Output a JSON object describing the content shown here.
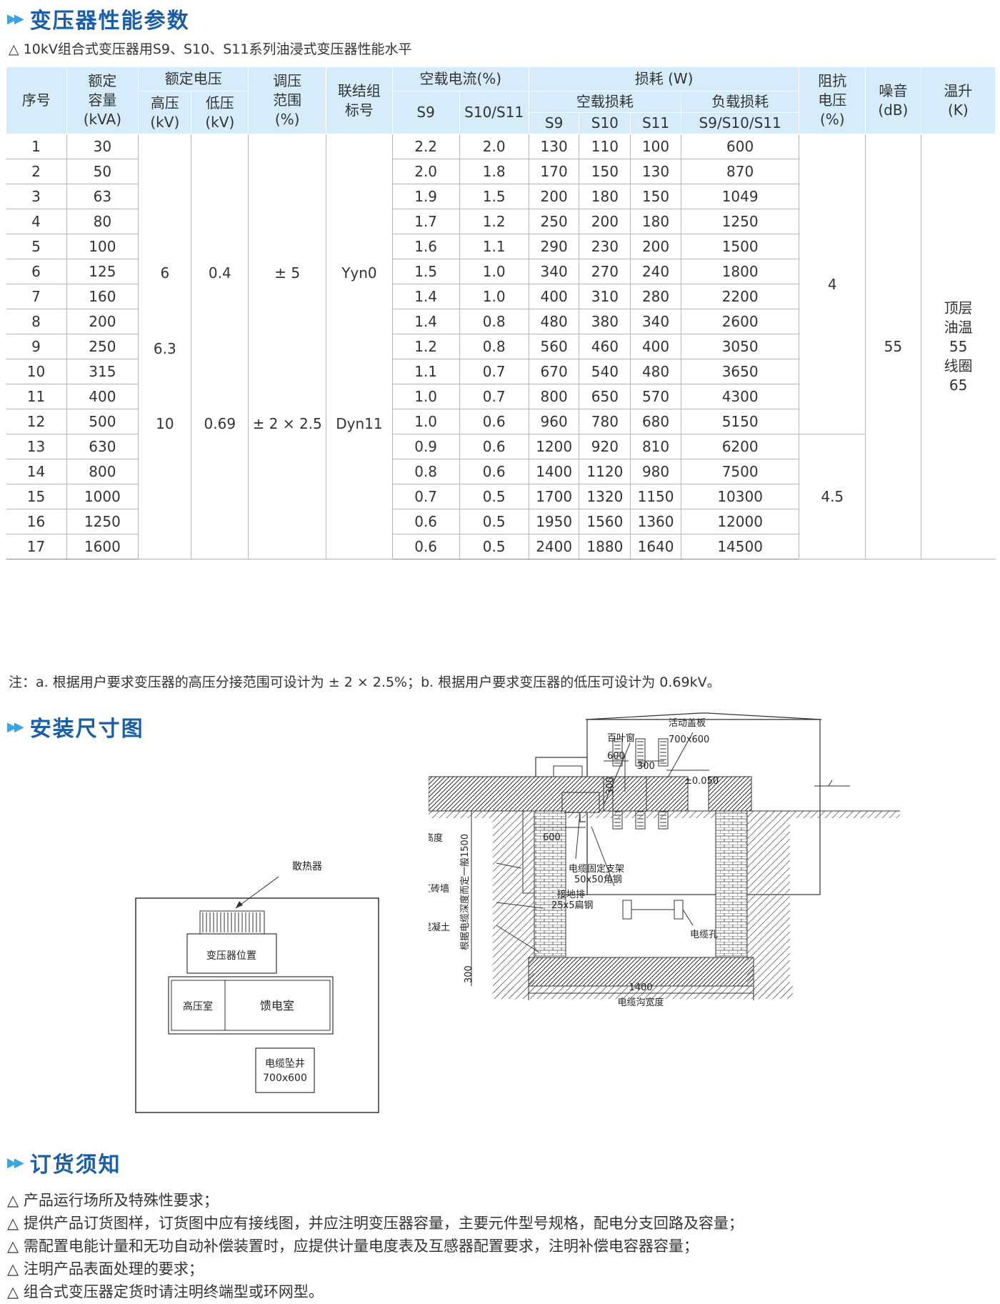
{
  "sections": {
    "perf_title": "变压器性能参数",
    "install_title": "安装尺寸图",
    "order_title": "订货须知"
  },
  "table_subtitle": "△ 10kV组合式变压器用S9、S10、S11系列油浸式变压器性能水平",
  "headers": {
    "seq": "序号",
    "cap": [
      "额定",
      "容量",
      "(kVA)"
    ],
    "rated_voltage": "额定电压",
    "hv": [
      "高压",
      "(kV)"
    ],
    "lv": [
      "低压",
      "(kV)"
    ],
    "tap": [
      "调压",
      "范围",
      "(%)"
    ],
    "vector": [
      "联结组",
      "标号"
    ],
    "noload_current": "空载电流(%)",
    "s9": "S9",
    "s10s11": "S10/S11",
    "loss": "损耗 (W)",
    "noload_loss": "空载损耗",
    "load_loss": "负载损耗",
    "s9l": "S9",
    "s10l": "S10",
    "s11l": "S11",
    "s9s10s11": "S9/S10/S11",
    "impedance": [
      "阻抗",
      "电压",
      "(%)"
    ],
    "noise": [
      "噪音",
      "(dB)"
    ],
    "temp": [
      "温升",
      "(K)"
    ]
  },
  "rows": [
    [
      "1",
      "30",
      "2.2",
      "2.0",
      "130",
      "110",
      "100",
      "600"
    ],
    [
      "2",
      "50",
      "2.0",
      "1.8",
      "170",
      "150",
      "130",
      "870"
    ],
    [
      "3",
      "63",
      "1.9",
      "1.5",
      "200",
      "180",
      "150",
      "1049"
    ],
    [
      "4",
      "80",
      "1.7",
      "1.2",
      "250",
      "200",
      "180",
      "1250"
    ],
    [
      "5",
      "100",
      "1.6",
      "1.1",
      "290",
      "230",
      "200",
      "1500"
    ],
    [
      "6",
      "125",
      "1.5",
      "1.0",
      "340",
      "270",
      "240",
      "1800"
    ],
    [
      "7",
      "160",
      "1.4",
      "1.0",
      "400",
      "310",
      "280",
      "2200"
    ],
    [
      "8",
      "200",
      "1.4",
      "0.8",
      "480",
      "380",
      "340",
      "2600"
    ],
    [
      "9",
      "250",
      "1.2",
      "0.8",
      "560",
      "460",
      "400",
      "3050"
    ],
    [
      "10",
      "315",
      "1.1",
      "0.7",
      "670",
      "540",
      "480",
      "3650"
    ],
    [
      "11",
      "400",
      "1.0",
      "0.7",
      "800",
      "650",
      "570",
      "4300"
    ],
    [
      "12",
      "500",
      "1.0",
      "0.6",
      "960",
      "780",
      "680",
      "5150"
    ],
    [
      "13",
      "630",
      "0.9",
      "0.6",
      "1200",
      "920",
      "810",
      "6200"
    ],
    [
      "14",
      "800",
      "0.8",
      "0.6",
      "1400",
      "1120",
      "980",
      "7500"
    ],
    [
      "15",
      "1000",
      "0.7",
      "0.5",
      "1700",
      "1320",
      "1150",
      "10300"
    ],
    [
      "16",
      "1250",
      "0.6",
      "0.5",
      "1950",
      "1560",
      "1360",
      "12000"
    ],
    [
      "17",
      "1600",
      "0.6",
      "0.5",
      "2400",
      "1880",
      "1640",
      "14500"
    ]
  ],
  "merged": {
    "hv_values": [
      "6",
      "6.3",
      "10"
    ],
    "lv_values": [
      "0.4",
      "0.69"
    ],
    "tap_values": [
      "± 5",
      "± 2 × 2.5"
    ],
    "vector_values": [
      "Yyn0",
      "Dyn11"
    ],
    "impedance_values": [
      "4",
      "4.5"
    ],
    "noise_value": "55",
    "temp_lines": [
      "顶层",
      "油温",
      "55",
      "线圈",
      "65"
    ]
  },
  "note": "注：a. 根据用户要求变压器的高压分接范围可设计为 ± 2 × 2.5%；b. 根据用户要求变压器的低压可设计为 0.69kV。",
  "plan_labels": {
    "radiator": "散热器",
    "transformer_pos": "变压器位置",
    "hv_room": "高压室",
    "feeder_room": "馈电室",
    "cable_well": "电缆坠井",
    "cable_well_size": "700x600"
  },
  "section_labels": {
    "louver": "百叶窗",
    "movable_cover": "活动盖板",
    "movable_cover_size": "700x600",
    "dim_600_top": "600",
    "dim_300_top": "300",
    "dim_300_left": "300",
    "dim_300_mid": "300",
    "elevation": "±0.050",
    "trench_height": "电缆沟高度",
    "depth_note": "根据电缆深度而定一般1500",
    "dim_600_inner": "600",
    "cable_bracket": "电缆固定支架",
    "cable_bracket_size": "50x50角钢",
    "ground_bar": "接地排",
    "ground_bar_size": "25x5扁钢",
    "brick_wall": "红砖墙",
    "concrete": "钢筋混凝土",
    "cable_hole": "电缆孔",
    "dim_300_bottom": "300",
    "width_1400": "1400",
    "trench_width": "电缆沟宽度"
  },
  "order_notes": [
    "△ 产品运行场所及特殊性要求；",
    "△ 提供产品订货图样，订货图中应有接线图，并应注明变压器容量，主要元件型号规格，配电分支回路及容量；",
    "△ 需配置电能计量和无功自动补偿装置时，应提供计量电度表及互感器配置要求，注明补偿电容器容量；",
    "△ 注明产品表面处理的要求；",
    "△ 组合式变压器定货时请注明终端型或环网型。"
  ],
  "colors": {
    "header_bg": "#d6ecfa",
    "title": "#1a5ea8",
    "arrow": "#3da3de"
  }
}
